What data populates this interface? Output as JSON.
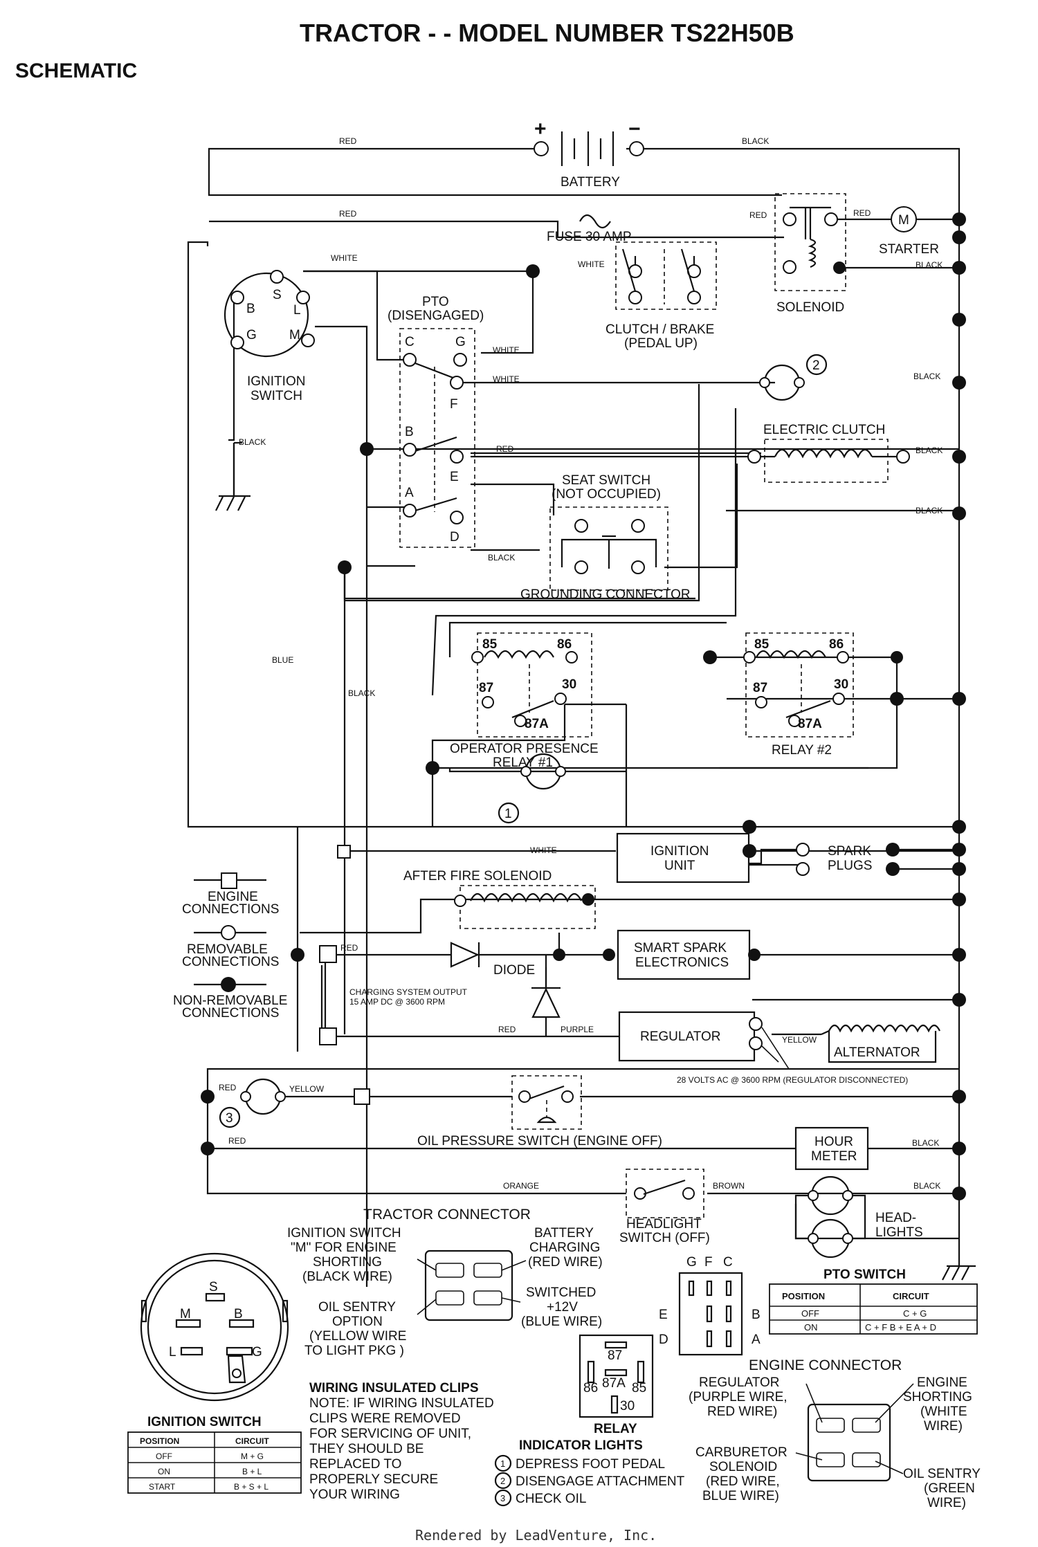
{
  "header": {
    "title": "TRACTOR - -  MODEL NUMBER TS22H50B",
    "section": "SCHEMATIC"
  },
  "battery": {
    "label": "BATTERY",
    "plus": "+",
    "minus": "−"
  },
  "wires": {
    "red": "RED",
    "black": "BLACK",
    "white": "WHITE",
    "blue": "BLUE",
    "yellow": "YELLOW",
    "purple": "PURPLE",
    "orange": "ORANGE",
    "brown": "BROWN"
  },
  "components": {
    "fuse": "FUSE 30 AMP",
    "starter": "STARTER",
    "starter_symbol": "M",
    "solenoid": "SOLENOID",
    "clutch_brake": "CLUTCH / BRAKE",
    "clutch_brake_sub": "(PEDAL UP)",
    "pto": "PTO",
    "pto_sub": "(DISENGAGED)",
    "ignition_switch": "IGNITION",
    "ignition_switch_2": "SWITCH",
    "electric_clutch": "ELECTRIC CLUTCH",
    "seat_switch": "SEAT SWITCH",
    "seat_switch_sub": "(NOT OCCUPIED)",
    "grounding_connector": "GROUNDING CONNECTOR",
    "relay1": "OPERATOR PRESENCE",
    "relay1_sub": "RELAY #1",
    "relay2": "RELAY #2",
    "ignition_unit": "IGNITION",
    "ignition_unit_2": "UNIT",
    "spark_plugs": "SPARK",
    "spark_plugs_2": "PLUGS",
    "after_fire": "AFTER FIRE SOLENOID",
    "diode": "DIODE",
    "smart_spark": "SMART SPARK",
    "smart_spark_2": "ELECTRONICS",
    "charging_output": "CHARGING SYSTEM OUTPUT",
    "charging_output_2": "15 AMP DC @ 3600 RPM",
    "regulator": "REGULATOR",
    "alternator": "ALTERNATOR",
    "alternator_note": "28 VOLTS AC @ 3600 RPM (REGULATOR DISCONNECTED)",
    "oil_pressure": "OIL PRESSURE SWITCH (ENGINE OFF)",
    "hour_meter": "HOUR",
    "hour_meter_2": "METER",
    "headlight_switch": "HEADLIGHT",
    "headlight_switch_2": "SWITCH (OFF)",
    "headlights": "HEAD-",
    "headlights_2": "LIGHTS"
  },
  "pins": {
    "ign": [
      "B",
      "S",
      "L",
      "G",
      "M"
    ],
    "pto": [
      "C",
      "G",
      "F",
      "B",
      "E",
      "A",
      "D"
    ],
    "relay": [
      "85",
      "86",
      "87",
      "30",
      "87A"
    ],
    "markers": [
      "1",
      "2",
      "3"
    ]
  },
  "legend": {
    "engine": [
      "ENGINE",
      "CONNECTIONS"
    ],
    "removable": [
      "REMOVABLE",
      "CONNECTIONS"
    ],
    "nonremovable": [
      "NON-REMOVABLE",
      "CONNECTIONS"
    ]
  },
  "tractor_connector": {
    "title": "TRACTOR CONNECTOR",
    "left1": [
      "IGNITION SWITCH",
      "\"M\" FOR ENGINE",
      "SHORTING",
      "(BLACK WIRE)"
    ],
    "left2": [
      "OIL SENTRY",
      "OPTION",
      "(YELLOW WIRE",
      "TO LIGHT PKG )"
    ],
    "right1": [
      "BATTERY",
      "CHARGING",
      "(RED WIRE)"
    ],
    "right2": [
      "SWITCHED",
      "+12V",
      "(BLUE WIRE)"
    ]
  },
  "ignition_detail": {
    "title": "IGNITION SWITCH",
    "pins": [
      "S",
      "M",
      "B",
      "L",
      "G"
    ],
    "table_header": [
      "POSITION",
      "CIRCUIT"
    ],
    "rows": [
      [
        "OFF",
        "M + G"
      ],
      [
        "ON",
        "B + L"
      ],
      [
        "START",
        "B + S + L"
      ]
    ]
  },
  "pto_detail": {
    "title": "PTO SWITCH",
    "top_letters": [
      "G",
      "F",
      "C"
    ],
    "side_letters": [
      "E",
      "D",
      "B",
      "A"
    ],
    "table_header": [
      "POSITION",
      "CIRCUIT"
    ],
    "rows": [
      [
        "OFF",
        "C + G"
      ],
      [
        "ON",
        "C + F  B + E  A + D"
      ]
    ]
  },
  "relay_detail": {
    "title": "RELAY",
    "pins": [
      "87",
      "86",
      "87A",
      "85",
      "30"
    ]
  },
  "notes": {
    "title": "WIRING INSULATED CLIPS",
    "lines": [
      "NOTE: IF WIRING INSULATED",
      "CLIPS WERE REMOVED",
      "FOR SERVICING OF UNIT,",
      "THEY SHOULD BE",
      "REPLACED TO",
      "PROPERLY SECURE",
      "YOUR WIRING"
    ]
  },
  "indicator_lights": {
    "title": "INDICATOR LIGHTS",
    "items": [
      "DEPRESS FOOT PEDAL",
      "DISENGAGE ATTACHMENT",
      "CHECK OIL"
    ]
  },
  "engine_connector": {
    "title": "ENGINE CONNECTOR",
    "regulator": [
      "REGULATOR",
      "(PURPLE WIRE,",
      "RED WIRE)"
    ],
    "engine_shorting": [
      "ENGINE",
      "SHORTING",
      "(WHITE",
      "WIRE)"
    ],
    "carburetor": [
      "CARBURETOR",
      "SOLENOID",
      "(RED WIRE,",
      "BLUE WIRE)"
    ],
    "oil_sentry": [
      "OIL SENTRY",
      "(GREEN",
      "WIRE)"
    ]
  },
  "footer": "Rendered by LeadVenture, Inc."
}
